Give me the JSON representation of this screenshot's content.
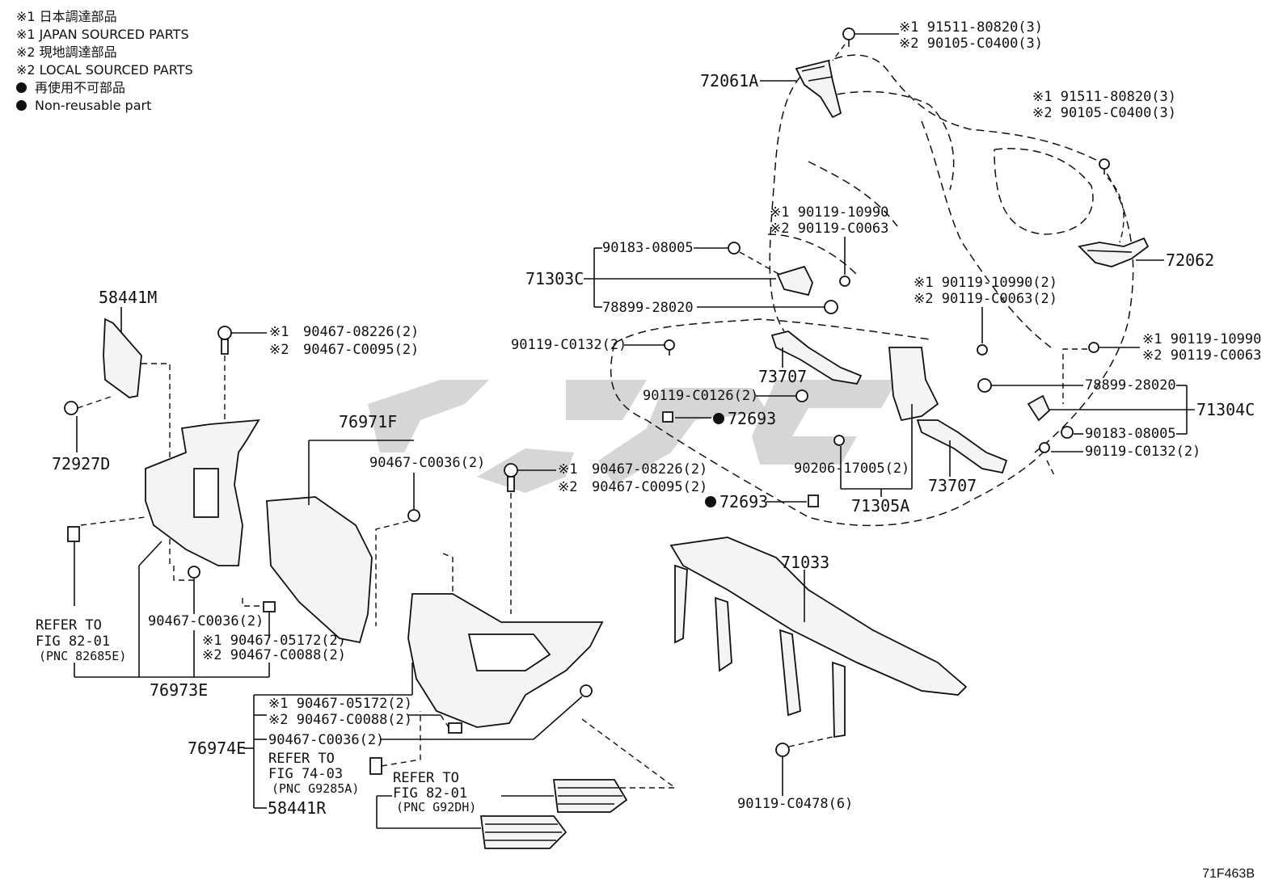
{
  "legend": {
    "l1": "※1 日本調達部品",
    "l2": "※1 JAPAN SOURCED PARTS",
    "l3": "※2 現地調達部品",
    "l4": "※2 LOCAL SOURCED PARTS",
    "l5": "再使用不可部品",
    "l6": "Non-reusable part"
  },
  "figure_code": "71F463B",
  "labels": {
    "p72061A": "72061A",
    "a1_1": "※1 91511-80820(3)",
    "a1_2": "※2 90105-C0400(3)",
    "a2_1": "※1 91511-80820(3)",
    "a2_2": "※2 90105-C0400(3)",
    "p72062": "72062",
    "b1_1": "※1 90119-10990",
    "b1_2": "※2 90119-C0063",
    "p90183_1": "90183-08005",
    "p71303C": "71303C",
    "p78899_1": "78899-28020",
    "c1_1": "※1 90119-10990(2)",
    "c1_2": "※2 90119-C0063(2)",
    "d1_1": "※1 90119-10990",
    "d1_2": "※2 90119-C0063",
    "p90119C0132_1": "90119-C0132(2)",
    "p73707_1": "73707",
    "p90119C0126": "90119-C0126(2)",
    "p72693_1": "72693",
    "p78899_2": "78899-28020",
    "p71304C": "71304C",
    "p90183_2": "90183-08005",
    "p90119C0132_2": "90119-C0132(2)",
    "p90206": "90206-17005(2)",
    "p73707_2": "73707",
    "p72693_2": "72693",
    "p71305A": "71305A",
    "p58441M": "58441M",
    "e1_1": "※1",
    "e1_1n": "90467-08226(2)",
    "e1_2": "※2",
    "e1_2n": "90467-C0095(2)",
    "p72927D": "72927D",
    "p76971F": "76971F",
    "p90467C0036_1": "90467-C0036(2)",
    "f1_1": "※1",
    "f1_1n": "90467-08226(2)",
    "f1_2": "※2",
    "f1_2n": "90467-C0095(2)",
    "p71033": "71033",
    "refer1_a": "REFER TO",
    "refer1_b": "FIG 82-01",
    "refer1_c": "(PNC 82685E)",
    "p90467C0036_2": "90467-C0036(2)",
    "g1_1": "※1 90467-05172(2)",
    "g1_2": "※2 90467-C0088(2)",
    "p76973E": "76973E",
    "h1_1": "※1 90467-05172(2)",
    "h1_2": "※2 90467-C0088(2)",
    "p90467C0036_3": "90467-C0036(2)",
    "p76974E": "76974E",
    "refer2_a": "REFER TO",
    "refer2_b": "FIG 74-03",
    "refer2_c": "(PNC G9285A)",
    "refer3_a": "REFER TO",
    "refer3_b": "FIG 82-01",
    "refer3_c": "(PNC G92DH)",
    "p58441R": "58441R",
    "p90119C0478": "90119-C0478(6)"
  }
}
